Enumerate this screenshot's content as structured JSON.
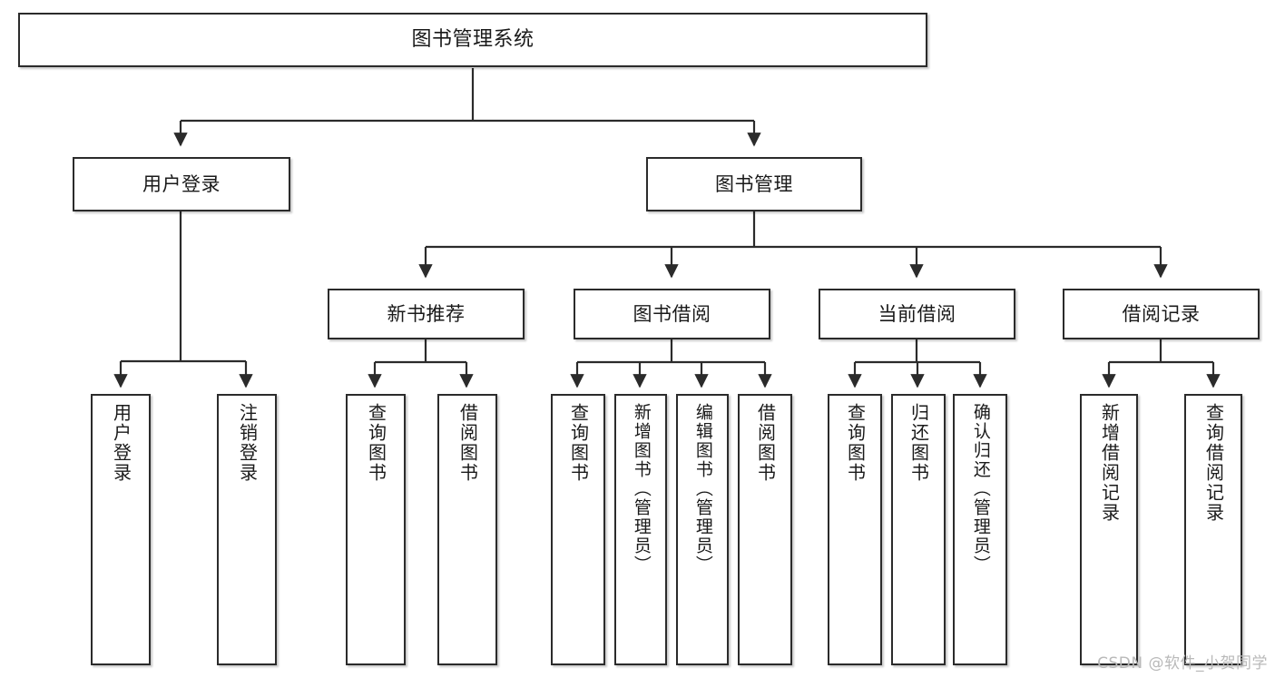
{
  "diagram": {
    "title": "图书管理系统",
    "type": "tree-hierarchy-diagram",
    "root": {
      "id": "root",
      "label": "图书管理系统"
    },
    "level2": [
      {
        "id": "user-login",
        "label": "用户登录"
      },
      {
        "id": "book-manage",
        "label": "图书管理"
      }
    ],
    "level3": [
      {
        "id": "new-book-rec",
        "label": "新书推荐"
      },
      {
        "id": "book-borrow",
        "label": "图书借阅"
      },
      {
        "id": "current-borrow",
        "label": "当前借阅"
      },
      {
        "id": "borrow-record",
        "label": "借阅记录"
      }
    ],
    "leaves": {
      "user_login": [
        {
          "id": "leaf-user-login",
          "label": "用户登录"
        },
        {
          "id": "leaf-logout",
          "label": "注销登录"
        }
      ],
      "new_book_rec": [
        {
          "id": "leaf-query-book-1",
          "label": "查询图书"
        },
        {
          "id": "leaf-borrow-book-1",
          "label": "借阅图书"
        }
      ],
      "book_borrow": [
        {
          "id": "leaf-query-book-2",
          "label": "查询图书"
        },
        {
          "id": "leaf-add-book",
          "label": "新增图书（管理员）"
        },
        {
          "id": "leaf-edit-book",
          "label": "编辑图书（管理员）"
        },
        {
          "id": "leaf-borrow-book-2",
          "label": "借阅图书"
        }
      ],
      "current_borrow": [
        {
          "id": "leaf-query-book-3",
          "label": "查询图书"
        },
        {
          "id": "leaf-return-book",
          "label": "归还图书"
        },
        {
          "id": "leaf-confirm-return",
          "label": "确认归还（管理员）"
        }
      ],
      "borrow_record": [
        {
          "id": "leaf-add-record",
          "label": "新增借阅记录"
        },
        {
          "id": "leaf-query-record",
          "label": "查询借阅记录"
        }
      ]
    }
  },
  "watermark": {
    "text": "CSDN @软件_小贺同学"
  },
  "colors": {
    "stroke": "#2b2b2b",
    "fill": "#ffffff",
    "text": "#1a1a1a",
    "watermark": "#b9b9b9"
  }
}
